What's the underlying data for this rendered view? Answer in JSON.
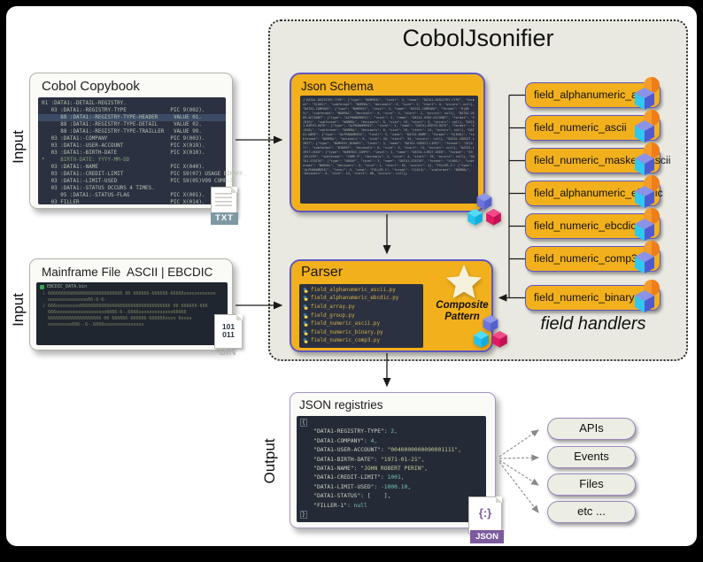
{
  "title": "CobolJsonifier",
  "side_labels": {
    "input_top": "Input",
    "input_bottom": "Input",
    "output": "Output"
  },
  "copybook": {
    "title": "Cobol Copybook",
    "lines": [
      {
        "t": "01 :DATA1:-DETAIL-REGISTRY.",
        "cls": ""
      },
      {
        "t": "   03 :DATA1:-REGISTRY-TYPE              PIC 9(002).",
        "cls": ""
      },
      {
        "t": "      88 :DATA1:-REGISTRY-TYPE-HEADER     VALUE 01.",
        "cls": "hl"
      },
      {
        "t": "      88 :DATA1:-REGISTRY-TYPE-DETAIL     VALUE 02.",
        "cls": ""
      },
      {
        "t": "      88 :DATA1:-REGISTRY-TYPE-TRAILLER   VALUE 99.",
        "cls": ""
      },
      {
        "t": "   03 :DATA1:-COMPANY                    PIC 9(003).",
        "cls": ""
      },
      {
        "t": "   03 :DATA1:-USER-ACCOUNT               PIC X(019).",
        "cls": ""
      },
      {
        "t": "   03 :DATA1:-BIRTH-DATE                 PIC X(010).",
        "cls": ""
      },
      {
        "t": "*     BIRTH-DATE: YYYY-MM-DD",
        "cls": "cmt"
      },
      {
        "t": "   03 :DATA1:-NAME                       PIC X(040).",
        "cls": ""
      },
      {
        "t": "   03 :DATA1:-CREDIT-LIMIT               PIC S9(07) USAGE BINARY.",
        "cls": ""
      },
      {
        "t": "   03 :DATA1:-LIMIT-USED                 PIC S9(05)V99 COMP-3.",
        "cls": ""
      },
      {
        "t": "   03 :DATA1:-STATUS OCCURS 4 TIMES.",
        "cls": ""
      },
      {
        "t": "      05 :DATA1:-STATUS-FLAG             PIC X(001).",
        "cls": ""
      },
      {
        "t": "   03 FILLER                             PIC X(014).",
        "cls": ""
      }
    ],
    "file_icon": {
      "badge": "TXT"
    }
  },
  "mainframe": {
    "title": "Mainframe File  ASCII | EBCDIC",
    "tab": "EBCDIC_DATA.bin",
    "lines": [
      {
        "n": "1",
        "t": "6666666666666666666666666666 00 666666-666666-66666oooooooooooo"
      },
      {
        "n": "",
        "t": "ooooooooooooooo66-6-6-"
      },
      {
        "n": "2",
        "t": "666ooooooooo6666666666666666666666666666666666 00 666666-666"
      },
      {
        "n": "",
        "t": "666ooooooooooooooooooo6666-6-.6666ooooooooooooo66666"
      },
      {
        "n": "",
        "t": "66666666666666666666 00 666666-666666-666666oooo 6oooo"
      },
      {
        "n": "",
        "t": "ooooooooo666-.6-.6666ooooooooooooooo"
      }
    ],
    "file_icon": {
      "bits_top": "101",
      "bits_bottom": "011",
      "label": "BIN"
    }
  },
  "schema_box": {
    "title": "Json Schema",
    "content": "{\"DATA1-REGISTRY-TYPE\": {\"type\": \"NUMERIC\", \"level\": 3, \"name\": \"DATA1-REGISTRY-TYPE\", \"format\": \"9(002)\", \"subformat\": \"NORMAL\", \"decimals\": 0, \"size\": 2, \"start\": 0, \"occurs\": null}, \"DATA1-COMPANY\": {\"type\": \"NUMERIC\", \"level\": 3, \"name\": \"DATA1-COMPANY\", \"format\": \"9(003)\", \"subformat\": \"NORMAL\", \"decimals\": 0, \"size\": 3, \"start\": 2, \"occurs\": null}, \"DATA1-USER-ACCOUNT\": {\"type\": \"ALPHANUMERIC\", \"level\": 3, \"name\": \"DATA1-USER-ACCOUNT\", \"format\": \"X(019)\", \"subformat\": \"NORMAL\", \"decimals\": 0, \"size\": 19, \"start\": 5, \"occurs\": null}, \"DATA1-BIRTH-DATE\": {\"type\": \"ALPHANUMERIC\", \"level\": 3, \"name\": \"DATA1-BIRTH-DATE\", \"format\": \"X(010)\", \"subformat\": \"NORMAL\", \"decimals\": 0, \"size\": 10, \"start\": 24, \"occurs\": null}, \"DATA1-NAME\": {\"type\": \"ALPHANUMERIC\", \"level\": 3, \"name\": \"DATA1-NAME\", \"format\": \"X(040)\", \"subformat\": \"NORMAL\", \"decimals\": 0, \"size\": 40, \"start\": 34, \"occurs\": null}, \"DATA1-CREDIT-LIMIT\": {\"type\": \"NUMERIC_BINARY\", \"level\": 3, \"name\": \"DATA1-CREDIT-LIMIT\", \"format\": \"S9(07)\", \"subformat\": \"BINARY\", \"decimals\": 0, \"size\": 4, \"start\": 74, \"occurs\": null}, \"DATA1-LIMIT-USED\": {\"type\": \"NUMERIC_COMP3\", \"level\": 3, \"name\": \"DATA1-LIMIT-USED\", \"format\": \"S9(05)V99\", \"subformat\": \"COMP-3\", \"decimals\": 2, \"size\": 4, \"start\": 78, \"occurs\": null}, \"DATA1-STATUS\": {\"type\": \"ARRAY\", \"level\": 3, \"name\": \"DATA1-STATUS\", \"format\": \"X(001)\", \"subformat\": \"NORMAL\", \"decimals\": 0, \"size\": 1, \"start\": 82, \"occurs\": 4}, \"FILLER-1\": {\"type\": \"ALPHANUMERIC\", \"level\": 3, \"name\": \"FILLER-1\", \"format\": \"X(014)\", \"subformat\": \"NORMAL\", \"decimals\": 0, \"size\": 14, \"start\": 86, \"occurs\": null}}"
  },
  "parser_box": {
    "title": "Parser",
    "files": [
      "field_alphanumeric_ascii.py",
      "field_alphanumeric_ebcdic.py",
      "field_array.py",
      "field_group.py",
      "field_numeric_ascii.py",
      "field_numeric_binary.py",
      "field_numeric_comp3.py"
    ],
    "pattern_label": "Composite Pattern"
  },
  "field_handlers": {
    "items": [
      "field_alphanumeric_ascii",
      "field_numeric_ascii",
      "field_numeric_masked_ascii",
      "field_alphanumeric_ebcdic",
      "field_numeric_ebcdic",
      "field_numeric_comp3",
      "field_numeric_binary"
    ],
    "caption": "field handlers"
  },
  "registries": {
    "title": "JSON registries",
    "lines": [
      {
        "ind": "",
        "k": "",
        "v": "{",
        "cls": "fold"
      },
      {
        "ind": "    ",
        "k": "\"DATA1-REGISTRY-TYPE\": ",
        "v": "2,",
        "cls": "num"
      },
      {
        "ind": "    ",
        "k": "\"DATA1-COMPANY\": ",
        "v": "4,",
        "cls": "num"
      },
      {
        "ind": "    ",
        "k": "\"DATA1-USER-ACCOUNT\": ",
        "v": "\"0040000000090001111\",",
        "cls": "str"
      },
      {
        "ind": "    ",
        "k": "\"DATA1-BIRTH-DATE\": ",
        "v": "\"1971-01-21\",",
        "cls": "str"
      },
      {
        "ind": "    ",
        "k": "\"DATA1-NAME\": ",
        "v": "\"JOHN ROBERT PERIN\",",
        "cls": "str"
      },
      {
        "ind": "    ",
        "k": "\"DATA1-CREDIT-LIMIT\": ",
        "v": "1001,",
        "cls": "num"
      },
      {
        "ind": "    ",
        "k": "\"DATA1-LIMIT-USED\": ",
        "v": "-1000.10,",
        "cls": "num"
      },
      {
        "ind": "    ",
        "k": "\"DATA1-STATUS\": ",
        "v": "[    ],",
        "cls": "pun"
      },
      {
        "ind": "    ",
        "k": "\"FILLER-1\": ",
        "v": "null",
        "cls": "nul"
      },
      {
        "ind": "",
        "k": "",
        "v": "}",
        "cls": "fold"
      }
    ],
    "file_icon": {
      "glyph": "{:}",
      "badge": "JSON"
    }
  },
  "outputs": {
    "items": [
      "APIs",
      "Events",
      "Files",
      "etc ..."
    ]
  },
  "colors": {
    "box_yellow": "#f2b01c",
    "border_purple": "#5f57c0",
    "panel_dark": "#2b3140",
    "container_bg": "#e9e9e1",
    "pill_bg": "#eceee3",
    "pill_border": "#9a86ba",
    "json_purple": "#7d5a9e",
    "txt_badge_bg": "#7e99a3"
  }
}
